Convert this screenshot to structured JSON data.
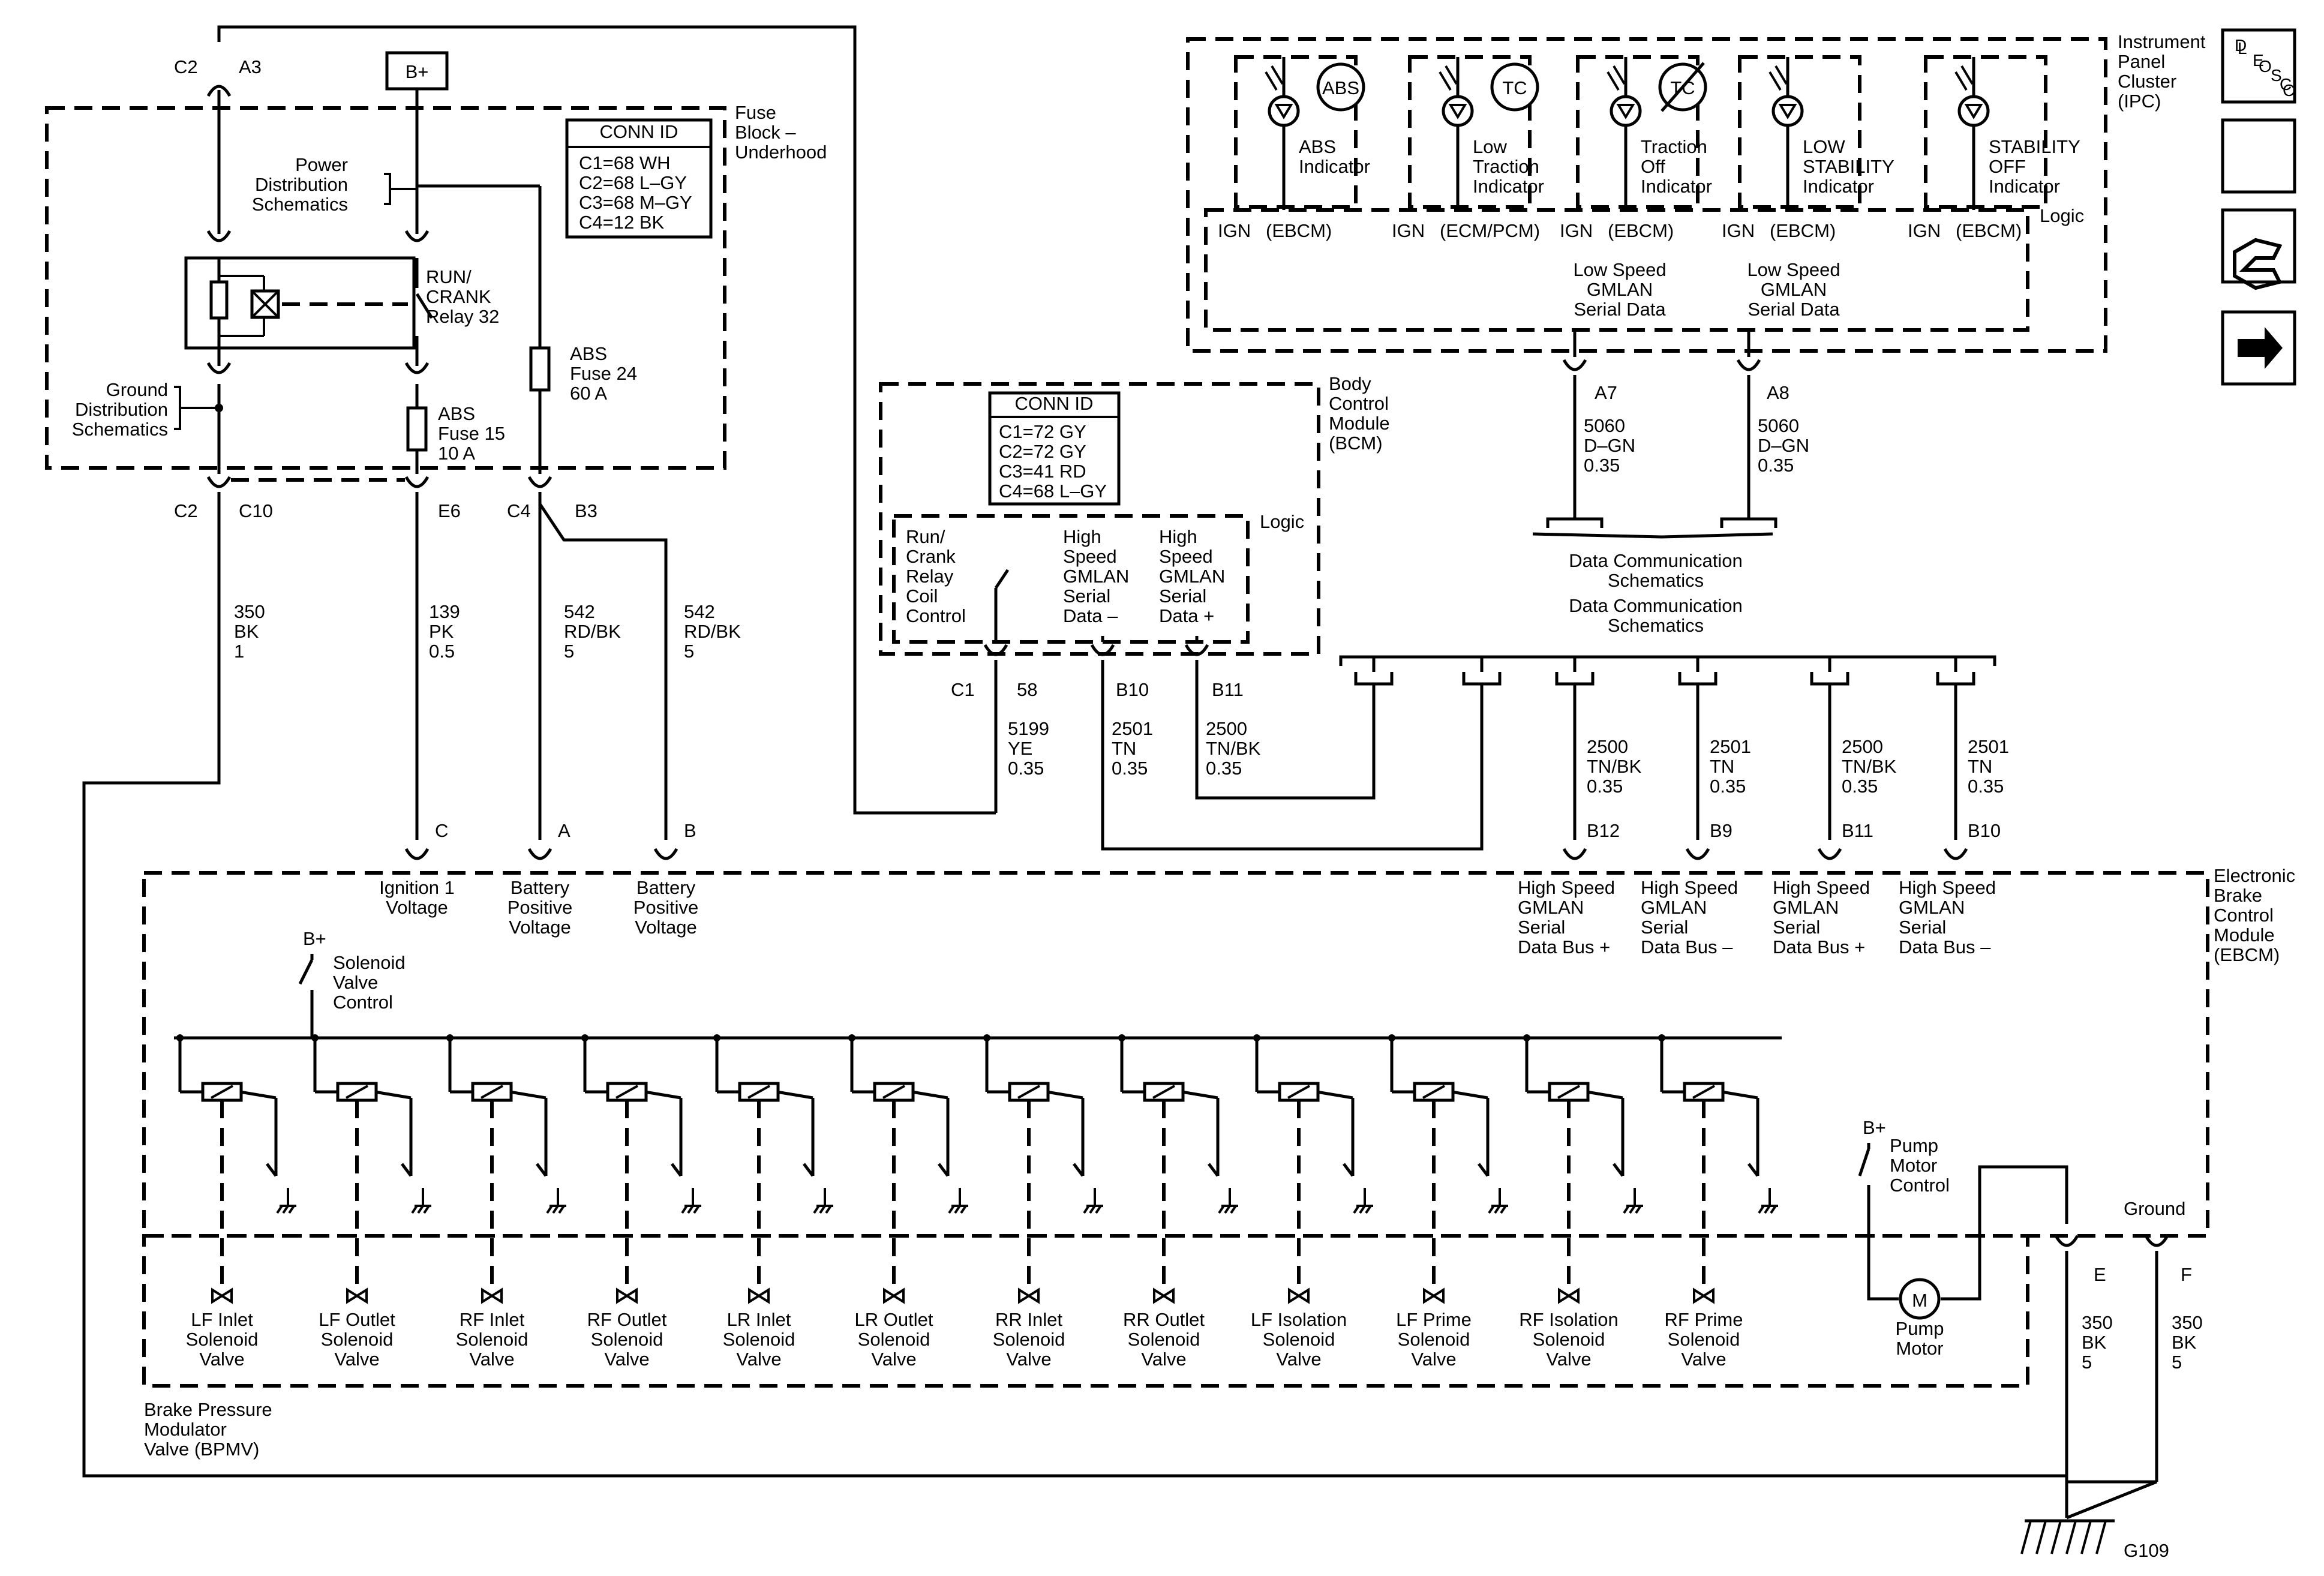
{
  "side_buttons": [
    {
      "name": "loc-button",
      "lines": [
        "L",
        "O",
        "C"
      ]
    },
    {
      "name": "desc-button",
      "lines": [
        "D",
        "E",
        "S",
        "C"
      ]
    },
    {
      "name": "wrench-button",
      "icon": "wrench-hand-icon"
    },
    {
      "name": "next-button",
      "icon": "arrow-right-icon"
    }
  ],
  "fuse_block": {
    "name": "Fuse",
    "name2": "Block –",
    "name3": "Underhood",
    "conn_title": "CONN ID",
    "conn": [
      "C1=68 WH",
      "C2=68 L–GY",
      "C3=68 M–GY",
      "C4=12 BK"
    ],
    "bplus": "B+",
    "power1": "Power",
    "power2": "Distribution",
    "power3": "Schematics",
    "relay1": "RUN/",
    "relay2": "CRANK",
    "relay3": "Relay 32",
    "ground1": "Ground",
    "ground2": "Distribution",
    "ground3": "Schematics",
    "fuse24a": "ABS",
    "fuse24b": "Fuse 24",
    "fuse24c": "60 A",
    "fuse15a": "ABS",
    "fuse15b": "Fuse 15",
    "fuse15c": "10 A",
    "c2_top": "C2",
    "a3": "A3",
    "c2_bot": "C2",
    "c10": "C10",
    "e6": "E6",
    "c4": "C4",
    "b3": "B3"
  },
  "wires_left": [
    {
      "a": "350",
      "b": "BK",
      "c": "1"
    },
    {
      "a": "139",
      "b": "PK",
      "c": "0.5"
    },
    {
      "a": "542",
      "b": "RD/BK",
      "c": "5"
    },
    {
      "a": "542",
      "b": "RD/BK",
      "c": "5"
    }
  ],
  "bcm": {
    "name1": "Body",
    "name2": "Control",
    "name3": "Module",
    "name4": "(BCM)",
    "conn_title": "CONN ID",
    "conn": [
      "C1=72 GY",
      "C2=72 GY",
      "C3=41 RD",
      "C4=68 L–GY"
    ],
    "logic": "Logic",
    "runcrank": [
      "Run/",
      "Crank",
      "Relay",
      "Coil",
      "Control"
    ],
    "hsminus": [
      "High",
      "Speed",
      "GMLAN",
      "Serial",
      "Data –"
    ],
    "hsplus": [
      "High",
      "Speed",
      "GMLAN",
      "Serial",
      "Data +"
    ],
    "c1": "C1",
    "p58": "58",
    "b10": "B10",
    "b11": "B11",
    "w1": [
      "5199",
      "YE",
      "0.35"
    ],
    "w2": [
      "2501",
      "TN",
      "0.35"
    ],
    "w3": [
      "2500",
      "TN/BK",
      "0.35"
    ]
  },
  "ipc": {
    "name": [
      "Instrument",
      "Panel",
      "Cluster",
      "(IPC)"
    ],
    "logic": "Logic",
    "indicators": [
      {
        "label": [
          "ABS",
          "Indicator"
        ],
        "ign": "IGN",
        "src": "(EBCM)",
        "icon": "abs-icon",
        "icontext": "ABS"
      },
      {
        "label": [
          "Low",
          "Traction",
          "Indicator"
        ],
        "ign": "IGN",
        "src": "(ECM/PCM)",
        "icon": "traction-icon",
        "icontext": "TC"
      },
      {
        "label": [
          "Traction",
          "Off",
          "Indicator"
        ],
        "ign": "IGN",
        "src": "(EBCM)",
        "icon": "traction-off-icon",
        "icontext": "TC"
      },
      {
        "label": [
          "LOW",
          "STABILITY",
          "Indicator"
        ],
        "ign": "IGN",
        "src": "(EBCM)",
        "icon": "",
        "icontext": ""
      },
      {
        "label": [
          "STABILITY",
          "OFF",
          "Indicator"
        ],
        "ign": "IGN",
        "src": "(EBCM)",
        "icon": "",
        "icontext": ""
      }
    ],
    "lsgm1": [
      "Low Speed",
      "GMLAN",
      "Serial Data"
    ],
    "lsgm2": [
      "Low Speed",
      "GMLAN",
      "Serial Data"
    ],
    "a7": "A7",
    "a8": "A8",
    "w_a7": [
      "5060",
      "D–GN",
      "0.35"
    ],
    "w_a8": [
      "5060",
      "D–GN",
      "0.35"
    ],
    "dcs1": [
      "Data Communication",
      "Schematics"
    ],
    "dcs2": [
      "Data Communication",
      "Schematics"
    ]
  },
  "ebcm": {
    "name": [
      "Electronic",
      "Brake",
      "Control",
      "Module",
      "(EBCM)"
    ],
    "pins_top": [
      {
        "pin": "C",
        "label": [
          "Ignition 1",
          "Voltage"
        ]
      },
      {
        "pin": "A",
        "label": [
          "Battery",
          "Positive",
          "Voltage"
        ]
      },
      {
        "pin": "B",
        "label": [
          "Battery",
          "Positive",
          "Voltage"
        ]
      }
    ],
    "gmlan_wires": [
      {
        "w": [
          "2500",
          "TN/BK",
          "0.35"
        ],
        "pin": "B12",
        "label": [
          "High Speed",
          "GMLAN",
          "Serial",
          "Data Bus +"
        ]
      },
      {
        "w": [
          "2501",
          "TN",
          "0.35"
        ],
        "pin": "B9",
        "label": [
          "High Speed",
          "GMLAN",
          "Serial",
          "Data Bus –"
        ]
      },
      {
        "w": [
          "2500",
          "TN/BK",
          "0.35"
        ],
        "pin": "B11",
        "label": [
          "High Speed",
          "GMLAN",
          "Serial",
          "Data Bus +"
        ]
      },
      {
        "w": [
          "2501",
          "TN",
          "0.35"
        ],
        "pin": "B10",
        "label": [
          "High Speed",
          "GMLAN",
          "Serial",
          "Data Bus –"
        ]
      }
    ],
    "bplus": "B+",
    "solenoid_ctrl": [
      "Solenoid",
      "Valve",
      "Control"
    ],
    "pump_bplus": "B+",
    "pump_ctrl": [
      "Pump",
      "Motor",
      "Control"
    ],
    "ground": "Ground",
    "pin_e": "E",
    "pin_f": "F",
    "w_e": [
      "350",
      "BK",
      "5"
    ],
    "w_f": [
      "350",
      "BK",
      "5"
    ],
    "g109": "G109",
    "pump_motor": [
      "Pump",
      "Motor"
    ],
    "motor_symbol": "M"
  },
  "bpmv": {
    "name": [
      "Brake Pressure",
      "Modulator",
      "Valve (BPMV)"
    ],
    "valves": [
      [
        "LF Inlet",
        "Solenoid",
        "Valve"
      ],
      [
        "LF Outlet",
        "Solenoid",
        "Valve"
      ],
      [
        "RF Inlet",
        "Solenoid",
        "Valve"
      ],
      [
        "RF Outlet",
        "Solenoid",
        "Valve"
      ],
      [
        "LR Inlet",
        "Solenoid",
        "Valve"
      ],
      [
        "LR Outlet",
        "Solenoid",
        "Valve"
      ],
      [
        "RR Inlet",
        "Solenoid",
        "Valve"
      ],
      [
        "RR Outlet",
        "Solenoid",
        "Valve"
      ],
      [
        "LF Isolation",
        "Solenoid",
        "Valve"
      ],
      [
        "LF Prime",
        "Solenoid",
        "Valve"
      ],
      [
        "RF Isolation",
        "Solenoid",
        "Valve"
      ],
      [
        "RF Prime",
        "Solenoid",
        "Valve"
      ]
    ]
  }
}
